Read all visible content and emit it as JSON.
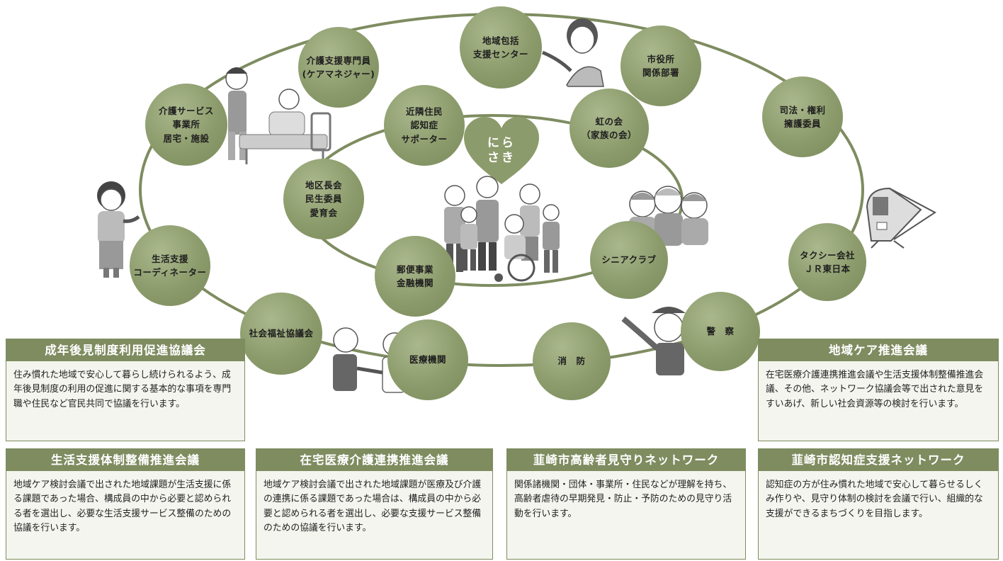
{
  "center_label": "にら\nさき",
  "nodes": [
    {
      "id": "houkatsu",
      "label": "地域包括\n支援センター"
    },
    {
      "id": "shiyakusho",
      "label": "市役所\n関係部署"
    },
    {
      "id": "shihou",
      "label": "司法・権利\n擁護委員"
    },
    {
      "id": "taxi",
      "label": "タクシー会社\nＪＲ東日本"
    },
    {
      "id": "keisatsu",
      "label": "警　察"
    },
    {
      "id": "shobo",
      "label": "消　防"
    },
    {
      "id": "iryo",
      "label": "医療機関"
    },
    {
      "id": "shakyo",
      "label": "社会福祉協議会"
    },
    {
      "id": "seikatsu",
      "label": "生活支援\nコーディネーター"
    },
    {
      "id": "kaigo_service",
      "label": "介護サービス\n事業所\n居宅・施設"
    },
    {
      "id": "caremanager",
      "label": "介護支援専門員\n(ケアマネジャー)"
    },
    {
      "id": "kinrin",
      "label": "近隣住民\n認知症\nサポーター"
    },
    {
      "id": "niji",
      "label": "虹の会\n（家族の会）"
    },
    {
      "id": "chiku",
      "label": "地区長会\n民生委員\n愛育会"
    },
    {
      "id": "yubin",
      "label": "郵便事業\n金融機関"
    },
    {
      "id": "senior",
      "label": "シニアクラブ"
    }
  ],
  "panels": [
    {
      "id": "seinen",
      "title": "成年後見制度利用促進協議会",
      "text": "住み慣れた地域で安心して暮らし続けられるよう、成年後見制度の利用の促進に関する基本的な事項を専門職や住民など官民共同で協議を行います。"
    },
    {
      "id": "chiiki_care",
      "title": "地域ケア推進会議",
      "text": "在宅医療介護連携推進会議や生活支援体制整備推進会議、その他、ネットワーク協議会等で出された意見をすいあげ、新しい社会資源等の検討を行います。"
    },
    {
      "id": "seikatsu_shien",
      "title": "生活支援体制整備推進会議",
      "text": "地域ケア検討会議で出された地域課題が生活支援に係る課題であった場合、構成員の中から必要と認められる者を選出し、必要な生活支援サービス整備のための協議を行います。"
    },
    {
      "id": "zaitaku",
      "title": "在宅医療介護連携推進会議",
      "text": "地域ケア検討会議で出された地域課題が医療及び介護の連携に係る課題であった場合は、構成員の中から必要と認められる者を選出し、必要な支援サービス整備のための協議を行います。"
    },
    {
      "id": "mimamori",
      "title": "韮崎市高齢者見守りネットワーク",
      "text": "関係諸機関・団体・事業所・住民などが理解を持ち、高齢者虐待の早期発見・防止・予防のための見守り活動を行います。"
    },
    {
      "id": "ninchisho",
      "title": "韮崎市認知症支援ネットワーク",
      "text": "認知症の方が住み慣れた地域で安心して暮らせるしくみ作りや、見守り体制の検討を会議で行い、組織的な支援ができるまちづくりを目指します。"
    }
  ]
}
